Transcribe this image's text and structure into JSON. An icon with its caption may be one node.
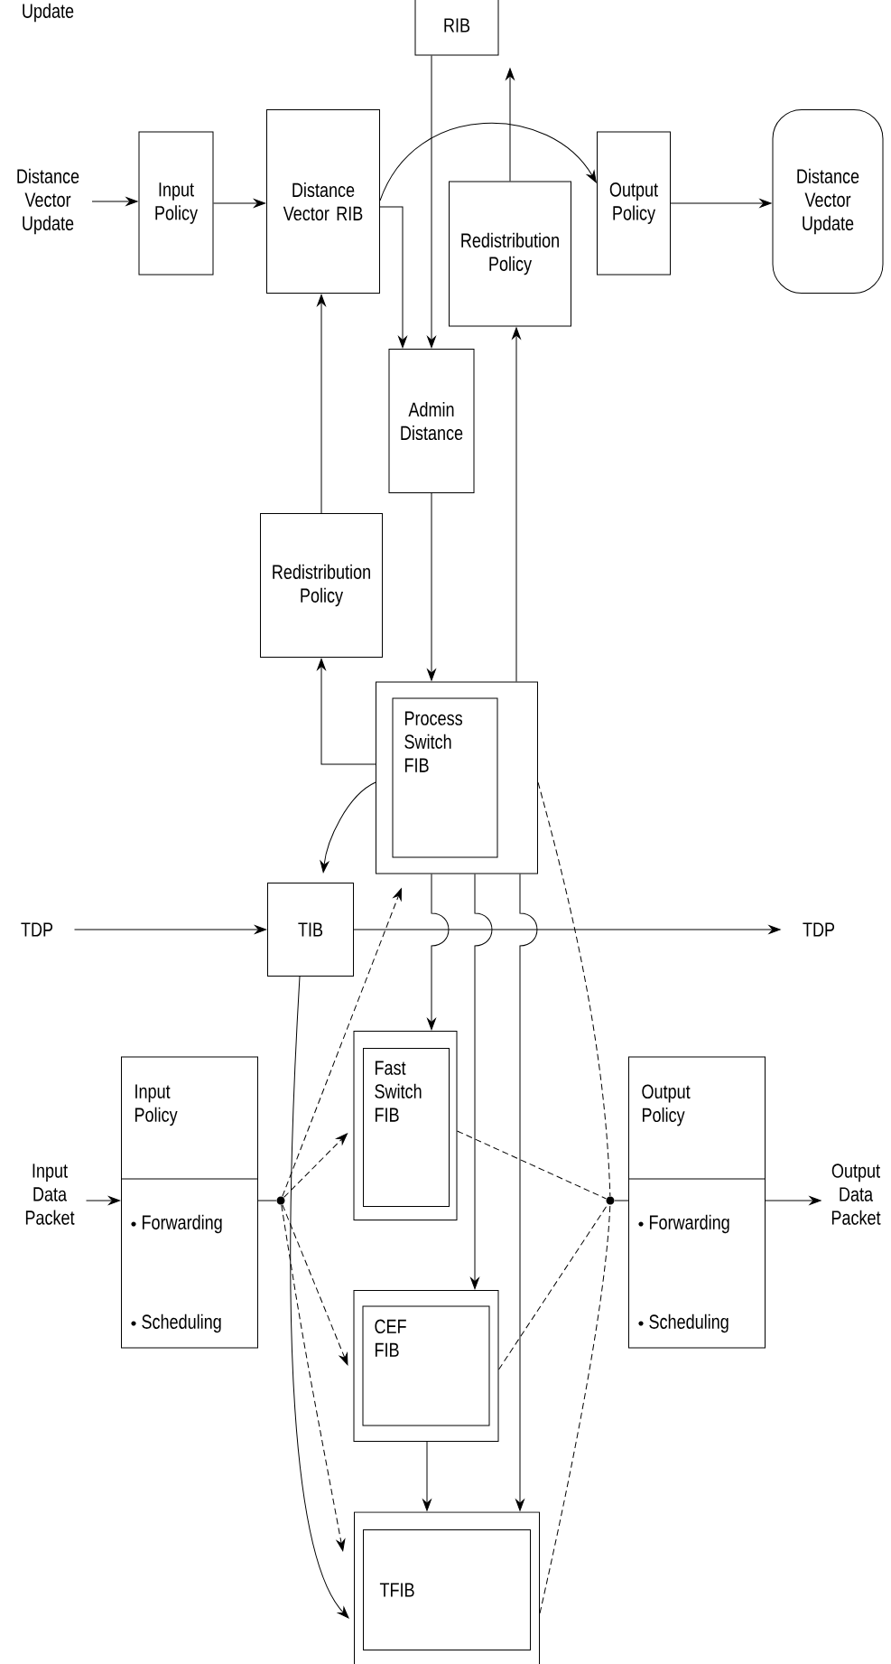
{
  "diagram": {
    "nodes": [
      {
        "text": [
          "RIB"
        ]
      },
      {
        "text": [
          "Distance Vector Update"
        ]
      },
      {
        "text": [
          "Input Policy"
        ]
      },
      {
        "text": [
          "Distance Vector RIB"
        ]
      },
      {
        "text": [
          "Redistribution Policy"
        ]
      },
      {
        "text": [
          "Output Policy"
        ]
      },
      {
        "text": [
          "Distance Vector Update"
        ]
      },
      {
        "text": [
          "Admin Distance"
        ]
      },
      {
        "text": [
          "Redistribution Policy"
        ]
      },
      {
        "text": [],
        "shape": "box"
      },
      {
        "text": [
          "Process Switch FIB"
        ],
        "in": 9
      },
      {
        "text": [
          "TDP"
        ]
      },
      {
        "text": [
          "TIB"
        ]
      },
      {
        "text": [
          "TDP"
        ]
      },
      {
        "text": [
          "Input Data Packet"
        ]
      },
      {
        "text": [
          "Input Policy",
          "Forwarding",
          "Scheduling"
        ]
      },
      {
        "text": [],
        "shape": "circle"
      },
      {
        "text": [],
        "shape": "box"
      },
      {
        "text": [
          "Fast Switch FIB"
        ],
        "in": 17
      },
      {
        "text": [],
        "shape": "circle"
      },
      {
        "text": [
          "Output Policy",
          "Forwarding",
          "Scheduling"
        ]
      },
      {
        "text": [
          "Output Data Packet"
        ]
      },
      {
        "text": [],
        "shape": "box"
      },
      {
        "text": [
          "CEF FIB"
        ],
        "in": 22
      },
      {
        "text": [],
        "shape": "box"
      },
      {
        "text": [
          "TFIB"
        ],
        "in": 24
      }
    ],
    "edges": [
      {
        "from": 1,
        "to": 2,
        "arrow": "to"
      },
      {
        "from": 2,
        "to": 3,
        "arrow": "to"
      },
      {
        "from": 3,
        "to": 5,
        "arrow": "to"
      },
      {
        "from": 5,
        "to": 6,
        "arrow": "to"
      },
      {
        "from": 4,
        "to": 0,
        "arrow": "to"
      },
      {
        "from": 0,
        "to": 7,
        "arrow": "to"
      },
      {
        "from": 3,
        "to": 7,
        "arrow": "to"
      },
      {
        "from": 7,
        "to": 9,
        "arrow": "to"
      },
      {
        "from": 9,
        "to": 4,
        "arrow": "to"
      },
      {
        "from": 8,
        "to": 3,
        "arrow": "to"
      },
      {
        "from": 9,
        "to": 8,
        "arrow": "to"
      },
      {
        "from": 9,
        "to": 12,
        "arrow": "to"
      },
      {
        "from": 11,
        "to": 12,
        "arrow": "to"
      },
      {
        "from": 12,
        "to": 13,
        "arrow": "to"
      },
      {
        "from": 9,
        "to": 17,
        "arrow": "to"
      },
      {
        "from": 9,
        "to": 22,
        "arrow": "to"
      },
      {
        "from": 9,
        "to": 24,
        "arrow": "to"
      },
      {
        "from": 22,
        "to": 24,
        "arrow": "to"
      },
      {
        "from": 12,
        "to": 24,
        "arrow": "to"
      },
      {
        "from": 14,
        "to": 15,
        "arrow": "to"
      },
      {
        "from": 15,
        "to": 16,
        "arrow": "none"
      },
      {
        "from": 16,
        "to": 9,
        "arrow": "to",
        "style": "dashed"
      },
      {
        "from": 16,
        "to": 17,
        "arrow": "to",
        "style": "dashed"
      },
      {
        "from": 16,
        "to": 22,
        "arrow": "to",
        "style": "dashed"
      },
      {
        "from": 16,
        "to": 24,
        "arrow": "to",
        "style": "dashed"
      },
      {
        "from": 17,
        "to": 19,
        "arrow": "none",
        "style": "dashed"
      },
      {
        "from": 9,
        "to": 19,
        "arrow": "none",
        "style": "dashed"
      },
      {
        "from": 22,
        "to": 19,
        "arrow": "none",
        "style": "dashed"
      },
      {
        "from": 24,
        "to": 19,
        "arrow": "none",
        "style": "dashed"
      },
      {
        "from": 19,
        "to": 20,
        "arrow": "none"
      },
      {
        "from": 20,
        "to": 21,
        "arrow": "to"
      }
    ],
    "labels": [
      "Update"
    ]
  }
}
